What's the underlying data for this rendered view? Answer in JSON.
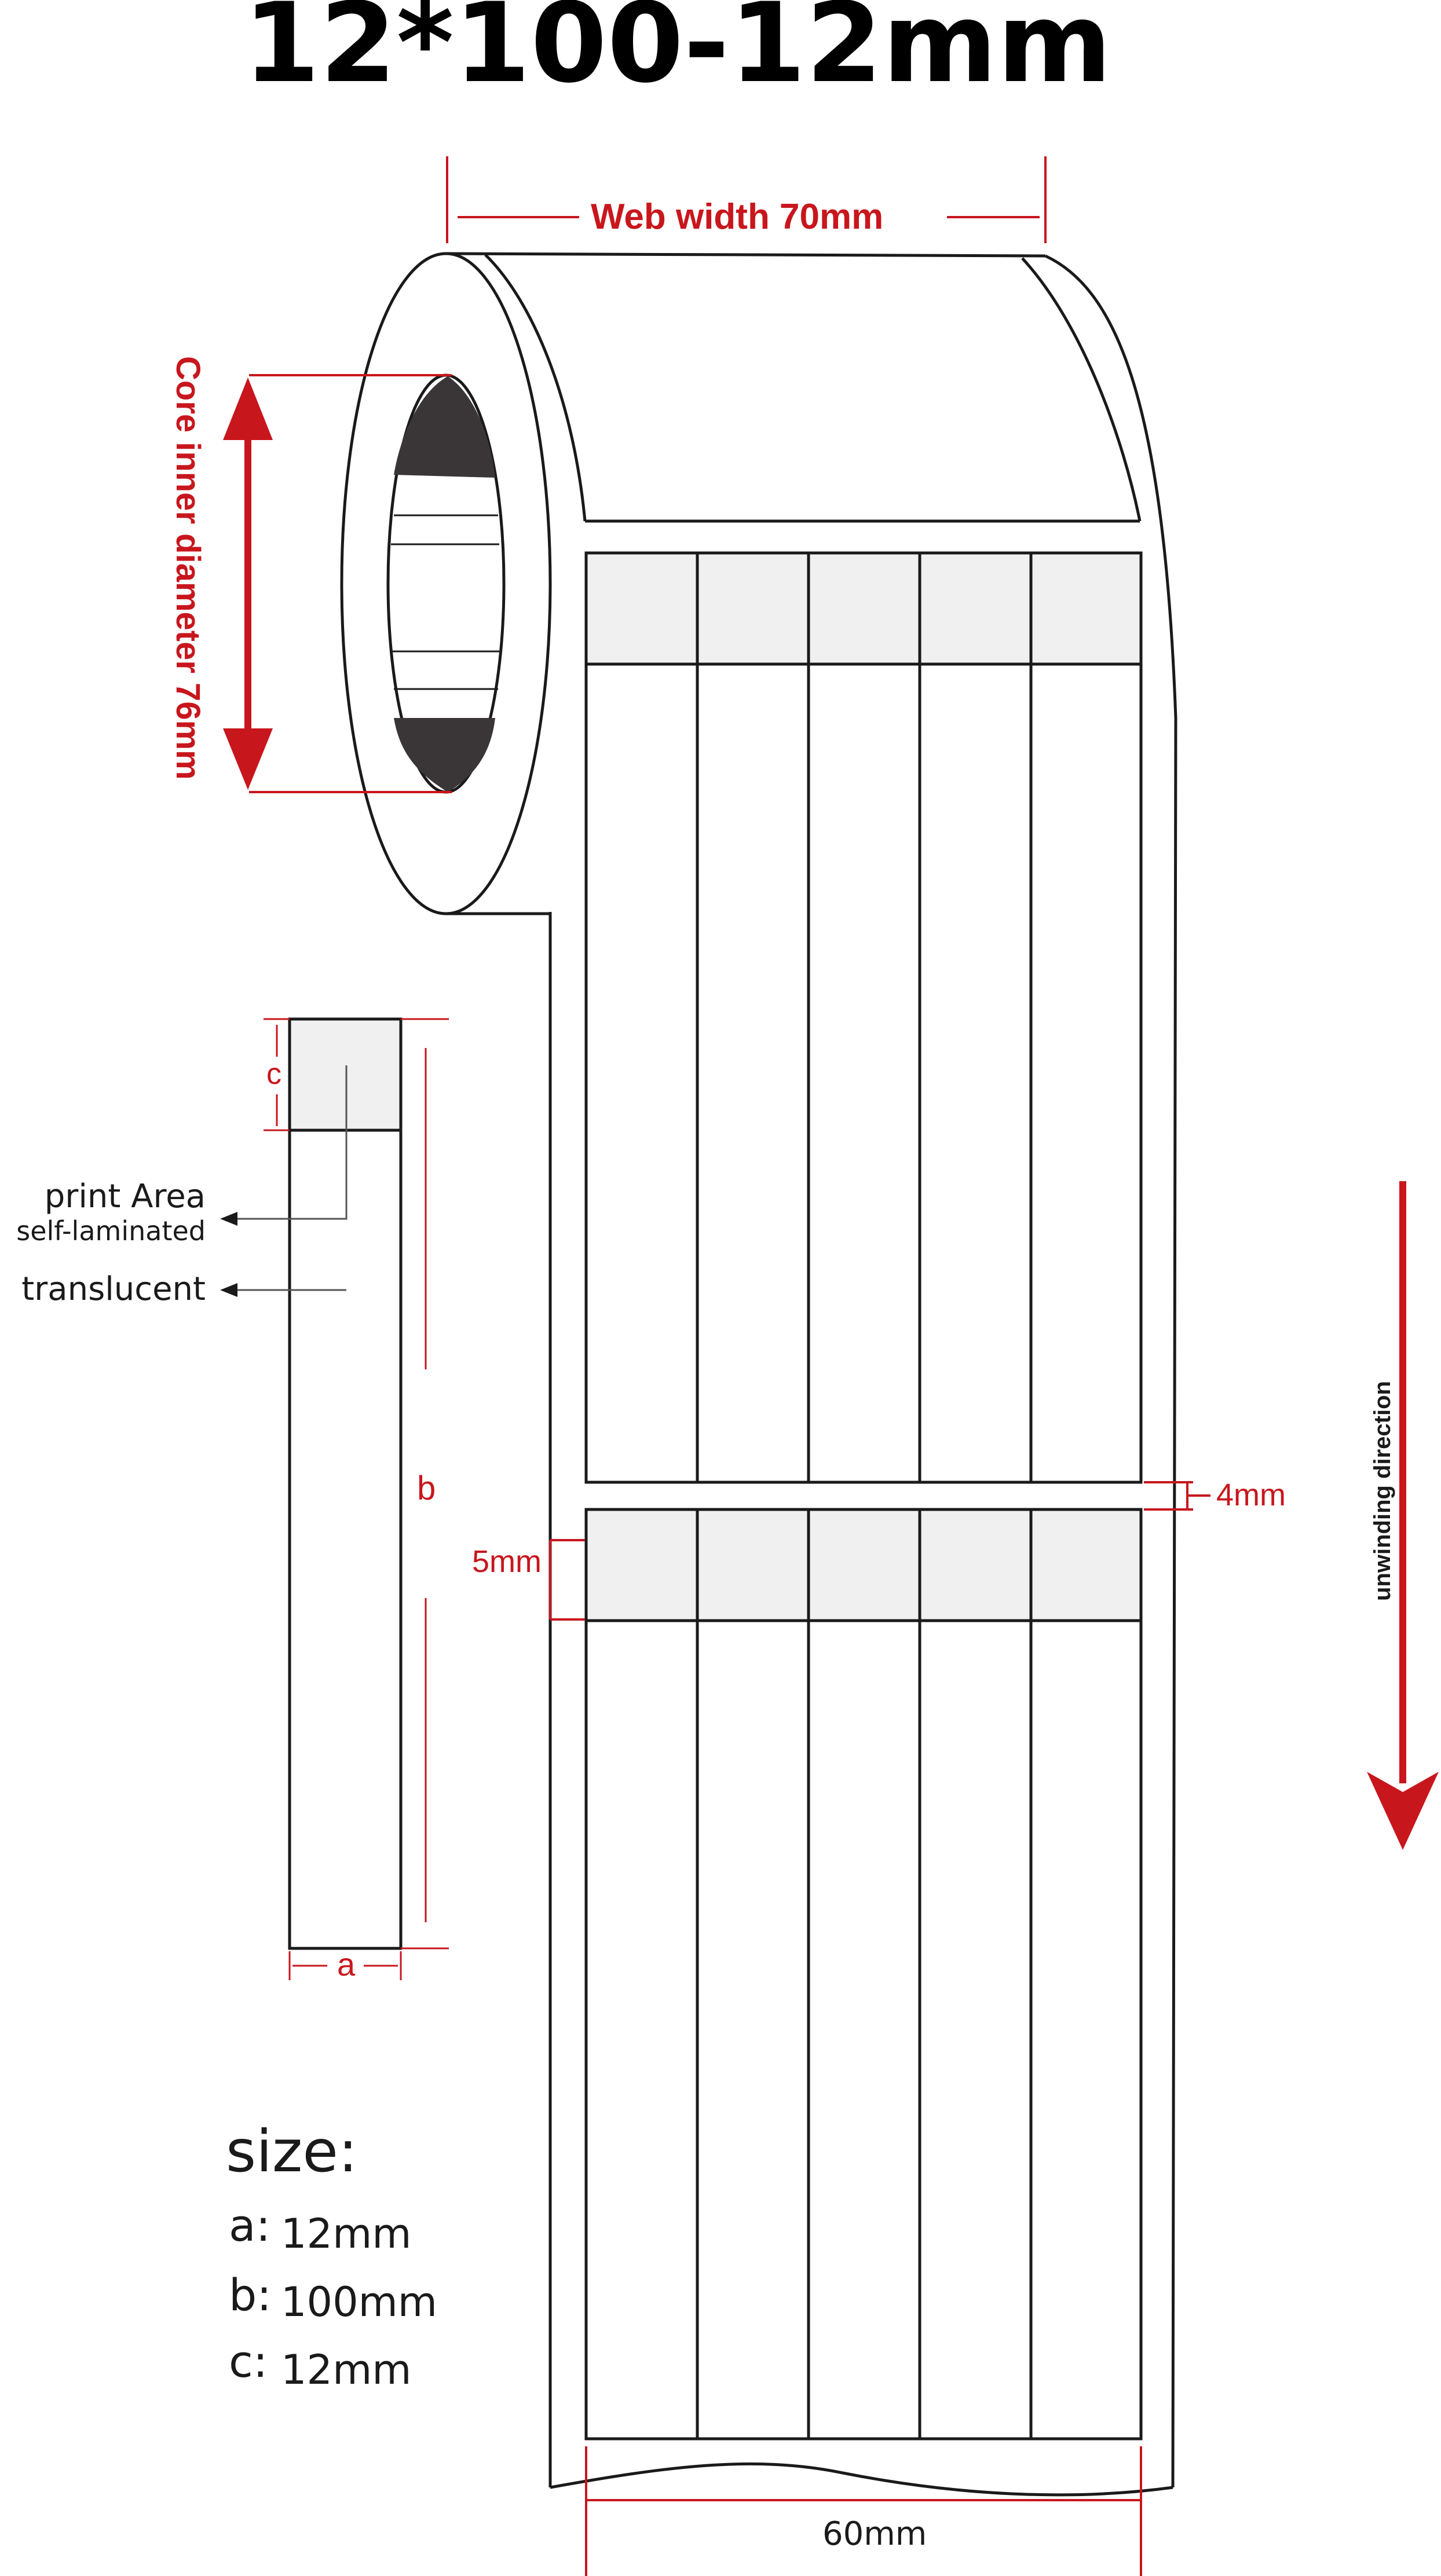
{
  "title": "12*100-12mm",
  "dimensions": {
    "web_width": "Web width 70mm",
    "core_diameter": "Core inner diameter 76mm",
    "gap": "4mm",
    "print_height": "5mm",
    "label_width_total": "60mm"
  },
  "label_detail": {
    "a": "a",
    "b": "b",
    "c": "c",
    "print_area": "print Area",
    "self_laminated": "self-laminated",
    "translucent": "translucent"
  },
  "direction": "unwinding direction",
  "size": {
    "heading": "size:",
    "a_key": "a:",
    "a_val": "12mm",
    "b_key": "b:",
    "b_val": "100mm",
    "c_key": "c:",
    "c_val": "12mm"
  },
  "colors": {
    "accent_red": "#c8161d",
    "print_area_fill": "#f0f0f0",
    "core_dark": "#3a3637"
  }
}
